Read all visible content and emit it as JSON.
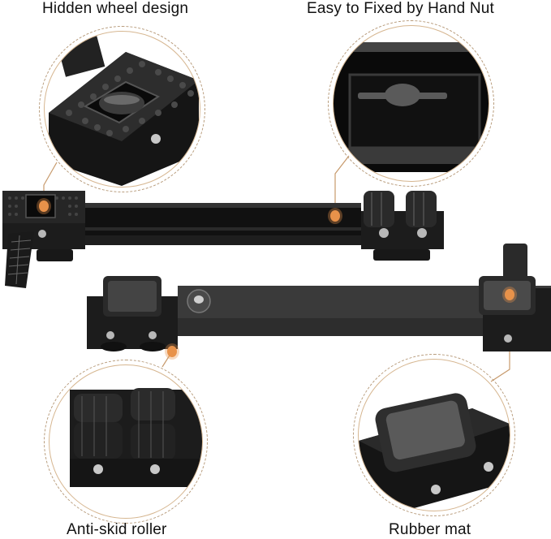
{
  "features": [
    {
      "id": "hidden-wheel",
      "label": "Hidden wheel design"
    },
    {
      "id": "hand-nut",
      "label": "Easy to Fixed by Hand Nut"
    },
    {
      "id": "roller",
      "label": "Anti-skid roller"
    },
    {
      "id": "rubber-mat",
      "label": "Rubber mat"
    }
  ],
  "colors": {
    "accent_dot": "#e8924a",
    "connector_line": "#c79a6c",
    "circle_border": "#d6b690",
    "product_black": "#1a1a1a",
    "product_gray": "#3a3a3a",
    "background": "#ffffff"
  }
}
